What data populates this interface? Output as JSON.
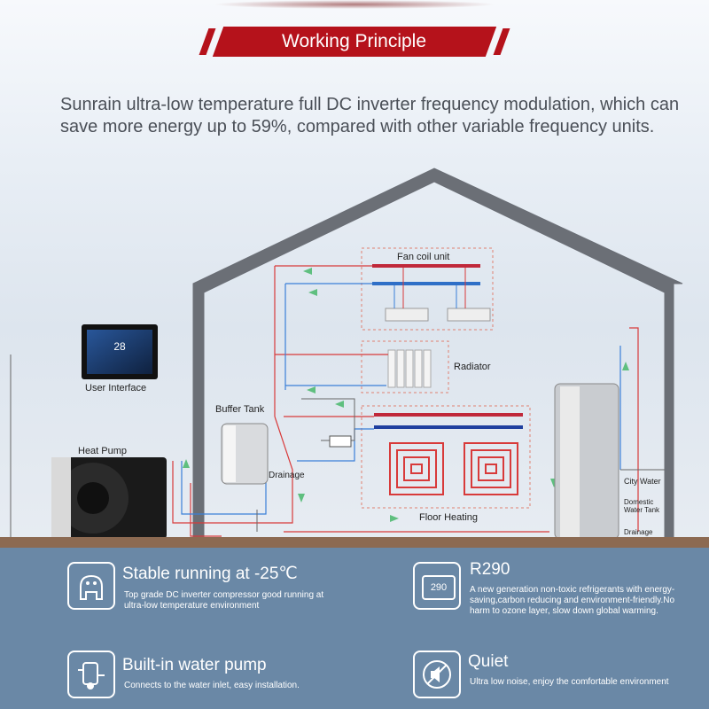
{
  "banner": {
    "title": "Working Principle"
  },
  "intro": {
    "text": "Sunrain ultra-low temperature full DC inverter frequency modulation, which can save more energy up to 59%, compared with other variable frequency units."
  },
  "diagram": {
    "fan_coil_label": "Fan coil unit",
    "radiator_label": "Radiator",
    "user_interface_label": "User Interface",
    "buffer_tank_label": "Buffer Tank",
    "heat_pump_label": "Heat Pump",
    "drainage_label": "Drainage",
    "floor_heating_label": "Floor Heating",
    "city_water_label": "City Water",
    "domestic_tank_label_1": "Domestic",
    "domestic_tank_label_2": "Water Tank",
    "tank_drainage_label": "Drainage",
    "screen_temp": "28",
    "colors": {
      "hot": "#d83a3a",
      "cold": "#3a7fd8",
      "flow_arrow": "#5fbf7f",
      "house_outline": "#6b6f76"
    }
  },
  "features": [
    {
      "icon": "polar-bear-icon",
      "title": "Stable running at -25℃",
      "desc": "Top grade DC inverter compressor good running at ultra-low temperature environment"
    },
    {
      "icon": "r290-icon",
      "icon_text": "290",
      "title": "R290",
      "desc": "A new generation non-toxic refrigerants with energy-saving,carbon reducing and environment-friendly.No harm to ozone layer, slow down global warming."
    },
    {
      "icon": "water-pump-icon",
      "title": "Built-in water pump",
      "desc": "Connects to the water inlet, easy installation."
    },
    {
      "icon": "mute-speaker-icon",
      "title": "Quiet",
      "desc": "Ultra low noise, enjoy the comfortable environment"
    }
  ]
}
